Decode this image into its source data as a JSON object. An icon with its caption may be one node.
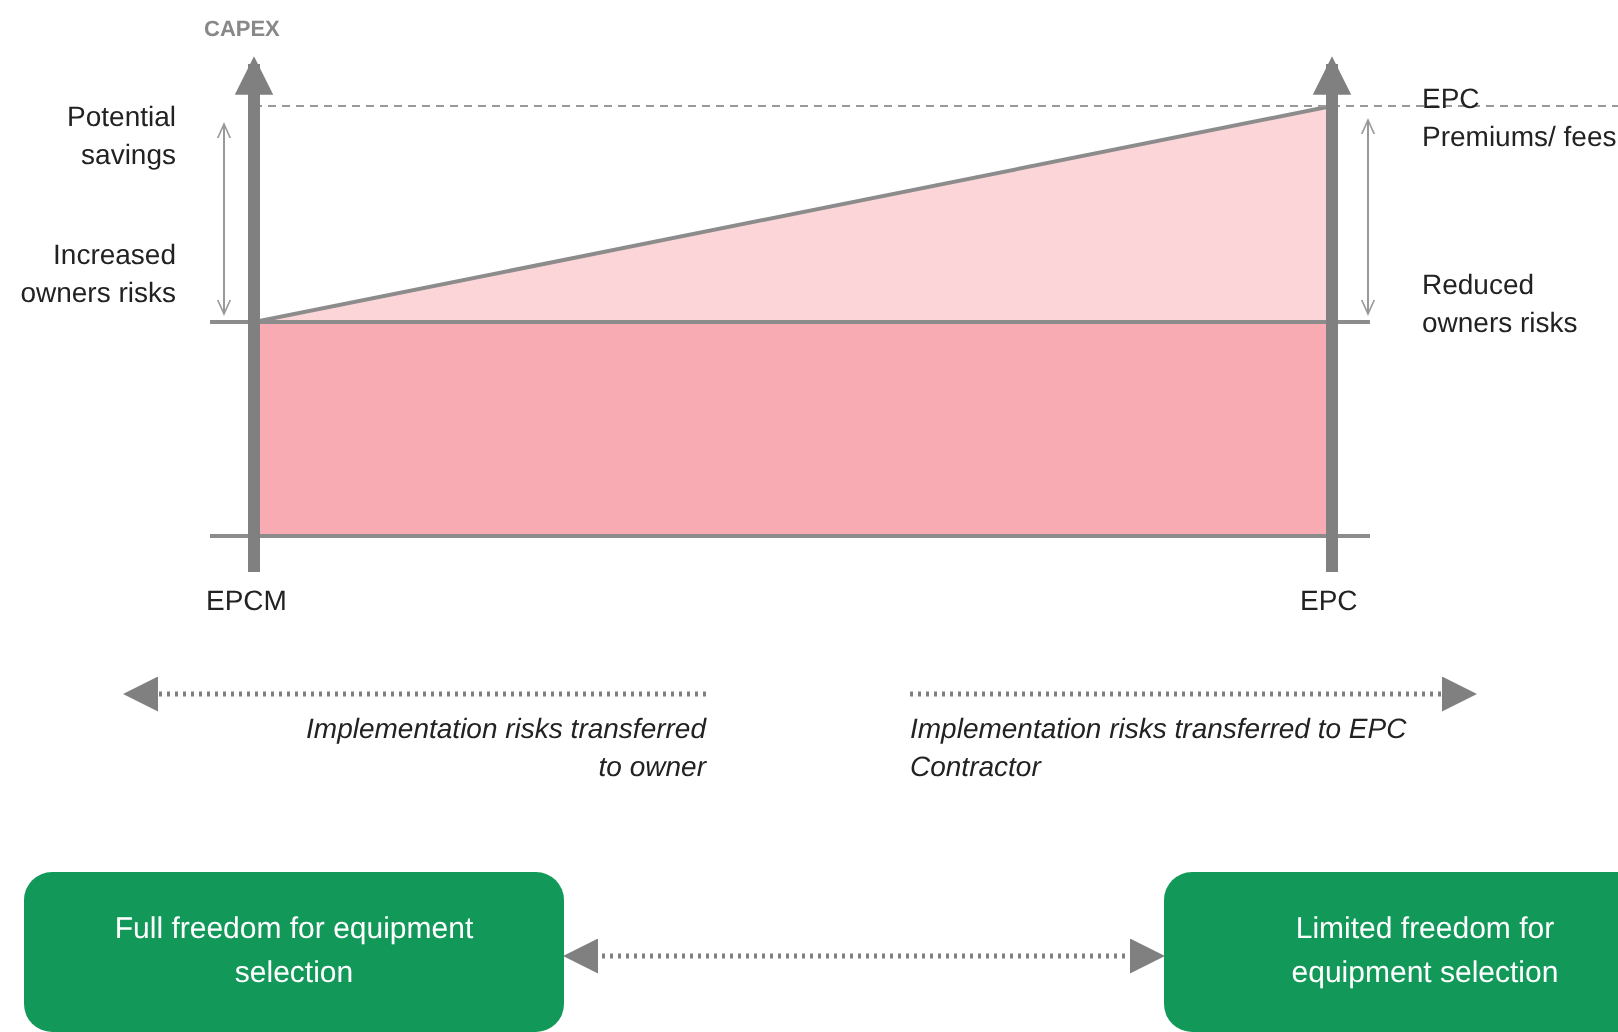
{
  "diagram": {
    "nodes": [
      {
        "text": [
          "Full freedom for equipment selection"
        ]
      },
      {
        "text": [
          "Limited freedom for equipment selection"
        ]
      }
    ],
    "edges": [
      {
        "from": 0,
        "to": 1,
        "arrow": "both",
        "style": "dashed"
      }
    ],
    "labels": [
      "CAPEX",
      "Potential savings",
      "Increased owners risks",
      "EPC Premiums/ fees",
      "Reduced owners risks",
      "EPCM",
      "EPC",
      "Implementation risks transferred to owner",
      "Implementation risks transferred to EPC Contractor"
    ]
  }
}
